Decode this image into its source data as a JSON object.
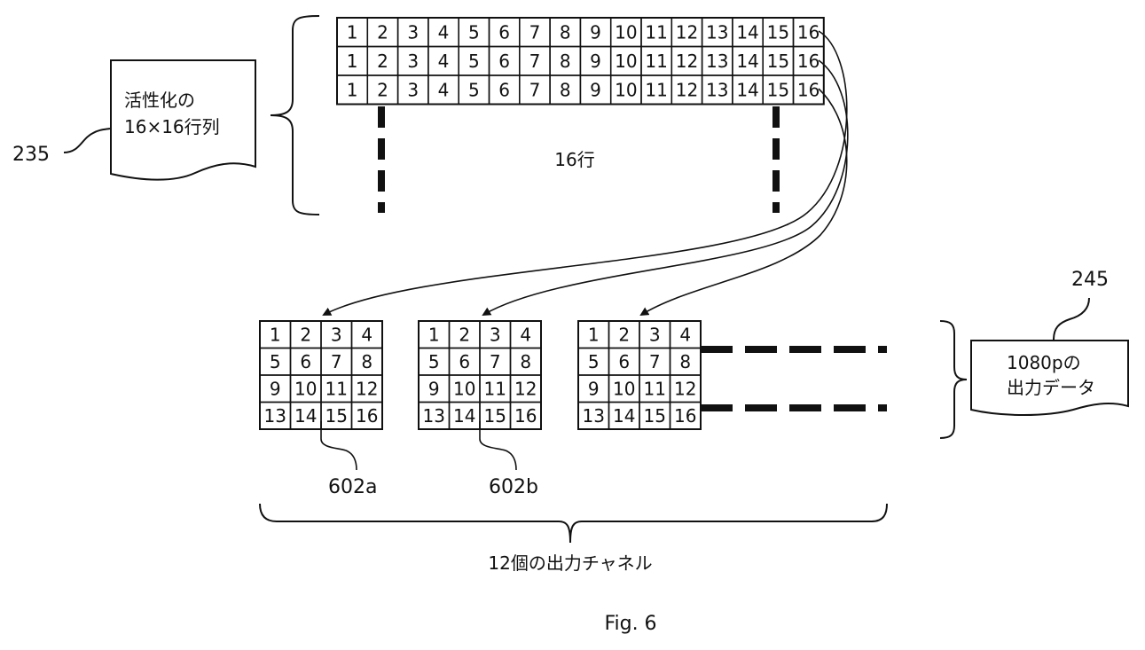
{
  "matrix": {
    "cells": [
      "1",
      "2",
      "3",
      "4",
      "5",
      "6",
      "7",
      "8",
      "9",
      "10",
      "11",
      "12",
      "13",
      "14",
      "15",
      "16"
    ],
    "visible_rows": 3,
    "rows_label": "16行"
  },
  "input_doc": {
    "line1": "活性化の",
    "line2": "16×16行列",
    "ref": "235"
  },
  "channels": {
    "cells": [
      "1",
      "2",
      "3",
      "4",
      "5",
      "6",
      "7",
      "8",
      "9",
      "10",
      "11",
      "12",
      "13",
      "14",
      "15",
      "16"
    ],
    "ref_a": "602a",
    "ref_b": "602b",
    "caption": "12個の出力チャネル"
  },
  "output_doc": {
    "line1": "1080pの",
    "line2": "出力データ",
    "ref": "245"
  },
  "figure_label": "Fig. 6",
  "colors": {
    "ink": "#111111",
    "paper": "#ffffff"
  }
}
